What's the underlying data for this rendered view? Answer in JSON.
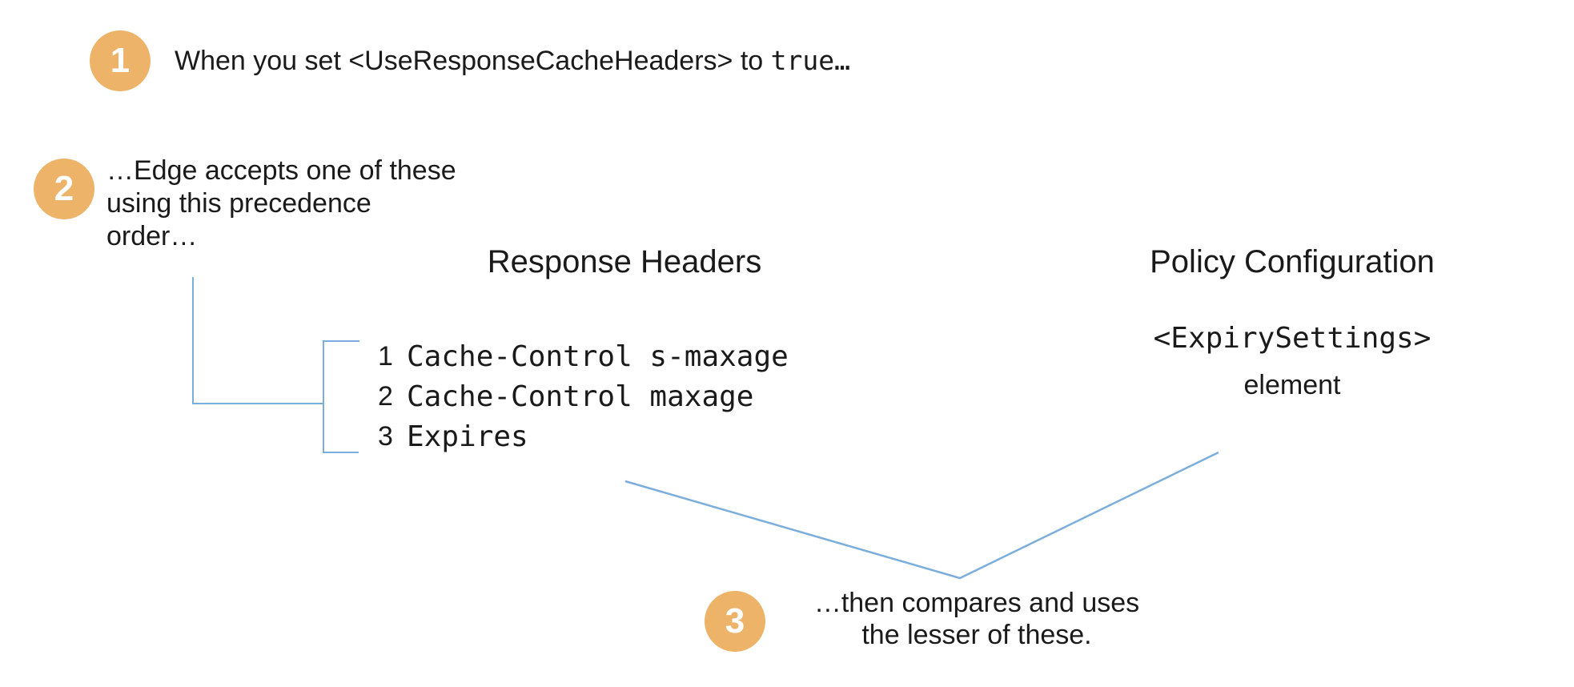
{
  "steps": {
    "step1": {
      "badge": "1",
      "text_sans": "When you set <UseResponseCacheHeaders> to ",
      "text_mono": "true…"
    },
    "step2": {
      "badge": "2",
      "lines": [
        "…Edge accepts one of these",
        "using this precedence",
        "order…"
      ]
    },
    "step3": {
      "badge": "3",
      "lines": [
        "…then compares and uses",
        "the lesser of these."
      ]
    }
  },
  "columns": {
    "response_headers": {
      "title": "Response Headers",
      "items": [
        {
          "num": "1",
          "text": "Cache-Control s-maxage"
        },
        {
          "num": "2",
          "text": "Cache-Control maxage"
        },
        {
          "num": "3",
          "text": "Expires"
        }
      ]
    },
    "policy_configuration": {
      "title": "Policy Configuration",
      "element_code": "<ExpirySettings>",
      "element_label": "element"
    }
  },
  "colors": {
    "badge_orange": "#ecb369",
    "line_blue": "#7caedc",
    "text": "#1a1a1a",
    "background": "#ffffff"
  }
}
